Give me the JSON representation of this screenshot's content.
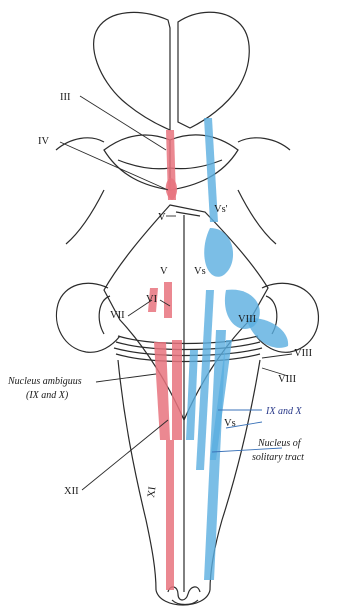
{
  "labels": {
    "cn3": "III",
    "cn4": "IV",
    "cn5_top": "V",
    "vs_top": "Vs'",
    "cn5_mid": "V",
    "vs_mid": "Vs",
    "cn6": "VI",
    "cn7": "VII",
    "cn8_upper": "VIII",
    "cn8_lower": "VIII",
    "cn8_left": "VIII",
    "nucleus_ambiguus_1": "Nucleus ambiguus",
    "nucleus_ambiguus_2": "(IX and X)",
    "cn12": "XII",
    "ix_and_x": "IX and X",
    "vs_lower": "Vs",
    "solitary_1": "Nucleus of",
    "solitary_2": "solitary tract",
    "xi": "XI"
  },
  "colors": {
    "motor_nuclei": "#e8737e",
    "sensory_nuclei": "#5aaee0",
    "outline": "#2b2b2b",
    "label_blue": "#2a3a8a"
  }
}
